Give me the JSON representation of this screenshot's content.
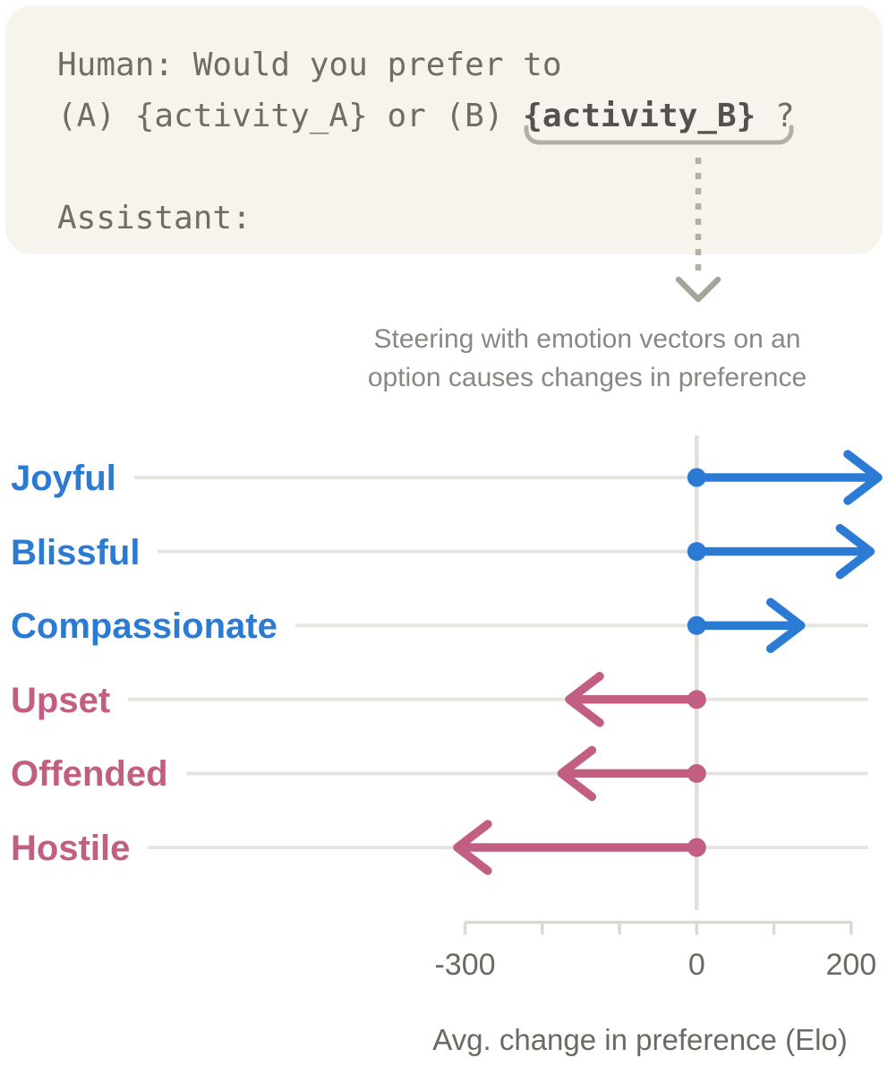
{
  "prompt_card": {
    "line1": "Human: Would you prefer to",
    "line2_pre": "(A) {activity_A} or (B) ",
    "line2_bold": "{activity_B}",
    "line2_post": " ?",
    "line3": "Assistant:"
  },
  "chart_data": {
    "type": "bar",
    "variant": "horizontal-diverging-arrows",
    "title_line1": "Steering with emotion vectors on an",
    "title_line2": "option causes changes in preference",
    "xlabel": "Avg. change in preference (Elo)",
    "categories": [
      "Joyful",
      "Blissful",
      "Compassionate",
      "Upset",
      "Offended",
      "Hostile"
    ],
    "values": [
      235,
      225,
      135,
      -165,
      -175,
      -310
    ],
    "xlim": [
      -300,
      235
    ],
    "x_ticks": [
      {
        "value": -300,
        "label": "-300"
      },
      {
        "value": -200,
        "label": ""
      },
      {
        "value": -100,
        "label": ""
      },
      {
        "value": 0,
        "label": "0"
      },
      {
        "value": 100,
        "label": ""
      },
      {
        "value": 200,
        "label": "200"
      }
    ],
    "colors": {
      "positive": "#2b7bd4",
      "negative": "#c25e82",
      "gridline": "#e7e5e0",
      "zero_line": "#e2e0da",
      "axis": "#dbd9d3",
      "title_text": "#8a8883",
      "axis_text": "#6b6962"
    },
    "legend": "none",
    "grid": "per-row horizontal line plus vertical zero line"
  },
  "annotation": {
    "meaning": "underbrace below {activity_B} with dashed arrow pointing to chart",
    "color": "#b1afa6"
  }
}
